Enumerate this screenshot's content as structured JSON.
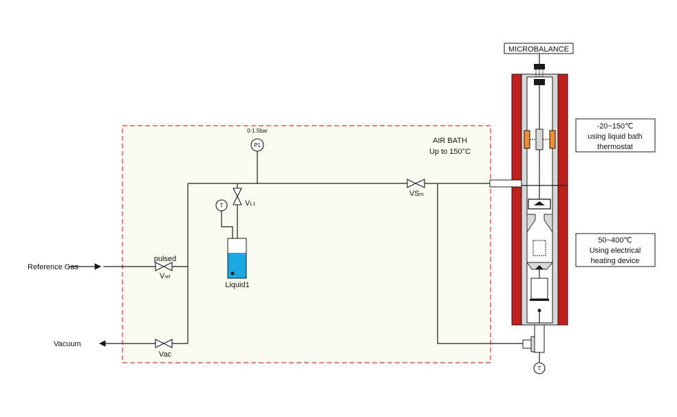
{
  "labels": {
    "microbalance": "MICROBALANCE",
    "air_bath_title": "AIR BATH",
    "air_bath_temp": "Up to 150°C",
    "pressure_range": "0-1.5bar",
    "pressure_gauge": "P1",
    "temp_sensor": "T",
    "valve_vl1": "V",
    "valve_vl1_sub": "L1",
    "valve_vsin": "VS",
    "valve_vsin_sub": "IN",
    "valve_pulsed": "pulsed",
    "valve_vref": "V",
    "valve_vref_sub": "ref",
    "valve_vac": "Vac",
    "liquid": "Liquid1",
    "reference_gas": "Reference Gas",
    "vacuum": "Vacuum",
    "bottom_sensor": "T"
  },
  "info_boxes": {
    "upper": {
      "line1": "-20~150℃",
      "line2": "using liquid bath",
      "line3": "thermostat"
    },
    "lower": {
      "line1": "50~400℃",
      "line2": "Using electrical",
      "line3": "heating device"
    }
  },
  "colors": {
    "furnace_wall": "#c0201c",
    "air_bath_border": "#e03030",
    "air_bath_fill": "#fcfbf2",
    "liquid": "#1aa8e0",
    "heater_block": "#f08a30"
  }
}
